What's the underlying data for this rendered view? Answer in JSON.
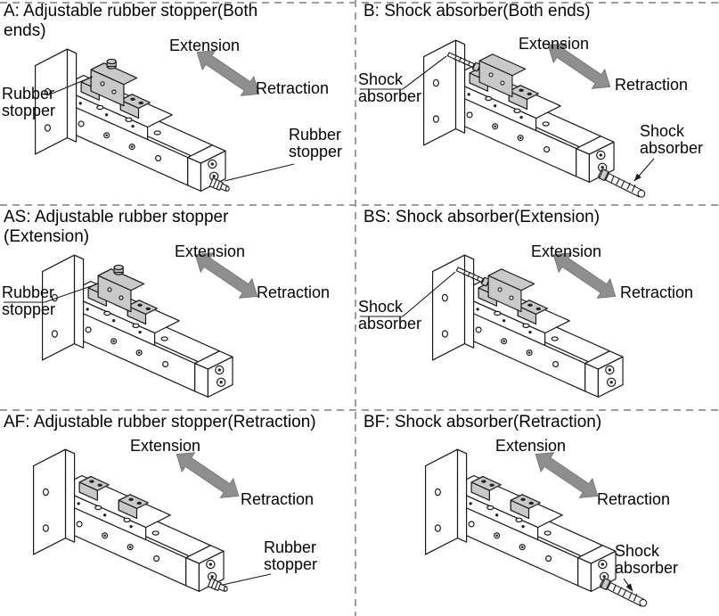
{
  "colors": {
    "background": "#ffffff",
    "line": "#1a1a1a",
    "block_fill": "#c9c9c9",
    "arrow_fill": "#8e8e8e",
    "divider": "#9e9e9e",
    "text": "#000000"
  },
  "cells": [
    {
      "code": "A",
      "title": "A: Adjustable rubber stopper(Both\nends)",
      "extension": "Extension",
      "retraction": "Retraction",
      "label_top": "Rubber\nstopper",
      "label_end": "Rubber\nstopper"
    },
    {
      "code": "B",
      "title": "B: Shock absorber(Both ends)",
      "extension": "Extension",
      "retraction": "Retraction",
      "label_top": "Shock\nabsorber",
      "label_end": "Shock\nabsorber"
    },
    {
      "code": "AS",
      "title": "AS: Adjustable rubber stopper\n(Extension)",
      "extension": "Extension",
      "retraction": "Retraction",
      "label_top": "Rubber\nstopper"
    },
    {
      "code": "BS",
      "title": "BS: Shock absorber(Extension)",
      "extension": "Extension",
      "retraction": "Retraction",
      "label_top": "Shock\nabsorber"
    },
    {
      "code": "AF",
      "title": "AF: Adjustable rubber stopper(Retraction)",
      "extension": "Extension",
      "retraction": "Retraction",
      "label_end": "Rubber\nstopper"
    },
    {
      "code": "BF",
      "title": "BF: Shock absorber(Retraction)",
      "extension": "Extension",
      "retraction": "Retraction",
      "label_end": "Shock\nabsorber"
    }
  ]
}
